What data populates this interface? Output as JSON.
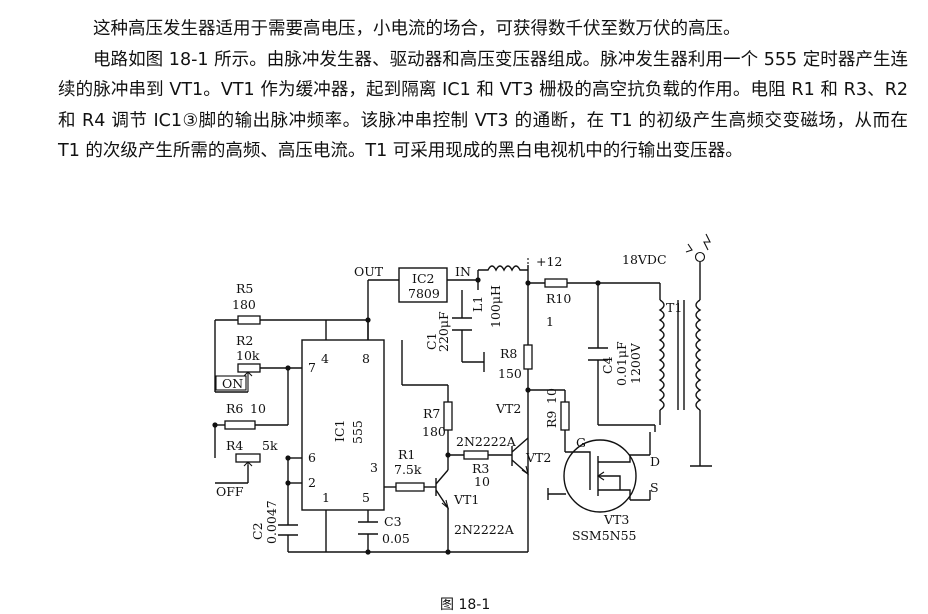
{
  "article": {
    "para1": "这种高压发生器适用于需要高电压，小电流的场合，可获得数千伏至数万伏的高压。",
    "para2": "电路如图 18-1 所示。由脉冲发生器、驱动器和高压变压器组成。脉冲发生器利用一个 555 定时器产生连续的脉冲串到 VT1。VT1 作为缓冲器，起到隔离 IC1 和 VT3 栅极的高空抗负载的作用。电阻 R1 和 R3、R2 和 R4 调节 IC1③脚的输出脉冲频率。该脉冲串控制 VT3 的通断，在 T1 的初级产生高频交变磁场，从而在 T1 的次级产生所需的高频、高压电流。T1 可采用现成的黑白电视机中的行输出变压器。"
  },
  "figure": {
    "caption": "图 18-1",
    "labels": {
      "out": "OUT",
      "in": "IN",
      "ic2": "IC2",
      "ic2_part": "7809",
      "plus12": "+12",
      "v18": "18VDC",
      "l1": "L1",
      "l1_val": "100μH",
      "c1": "C1",
      "c1_val": "220μF",
      "r10": "R10",
      "r10_val": "1",
      "r8": "R8",
      "r8_val": "150",
      "c4": "C4",
      "c4_val1": "0.01μF",
      "c4_val2": "1200V",
      "t1": "T1",
      "r5": "R5",
      "r5_val": "180",
      "r2": "R2",
      "r2_val": "10k",
      "on": "ON",
      "r6": "R6",
      "r6_val": "10",
      "r4": "R4",
      "r4_val": "5k",
      "off": "OFF",
      "ic1": "IC1",
      "ic1_part": "555",
      "pin4": "4",
      "pin8": "8",
      "pin7": "7",
      "pin6": "6",
      "pin2": "2",
      "pin3": "3",
      "pin1": "1",
      "pin5": "5",
      "c2": "C2",
      "c2_val": "0.0047",
      "c3": "C3",
      "c3_val": "0.05",
      "r7": "R7",
      "r7_val": "180",
      "r1": "R1",
      "r1_val": "7.5k",
      "vt1": "VT1",
      "vt1_part": "2N2222A",
      "r3": "R3",
      "r3_val": "10",
      "vt2": "VT2",
      "vt2_top": "VT2",
      "vt2_part": "2N2222A",
      "r9": "R9",
      "r9_val": "10",
      "g": "G",
      "d": "D",
      "s": "S",
      "vt3": "VT3",
      "vt3_part": "SSM5N55"
    }
  }
}
